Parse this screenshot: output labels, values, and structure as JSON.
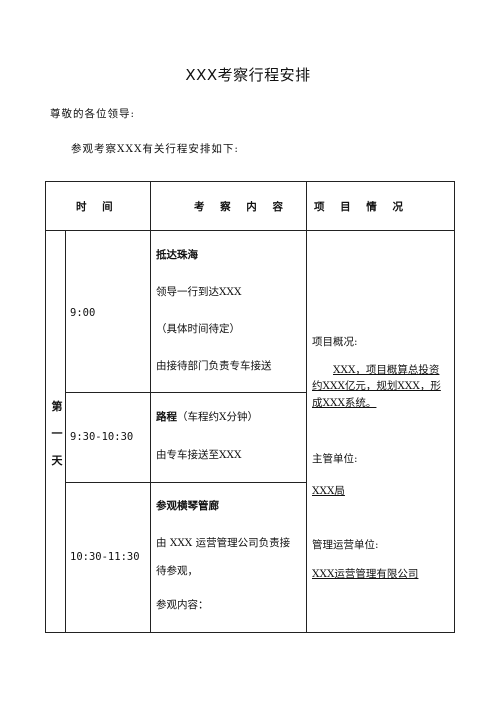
{
  "document": {
    "title": "XXX考察行程安排",
    "salutation": "尊敬的各位领导:",
    "intro": "参观考察XXX有关行程安排如下:"
  },
  "table": {
    "headers": {
      "time": "时 间",
      "content": "考 察 内 容",
      "project": "项 目 情 况"
    },
    "day_label": [
      "第",
      "一",
      "天"
    ],
    "rows": [
      {
        "time": "9:00",
        "title": "抵达珠海",
        "lines": [
          "领导一行到达XXX",
          "（具体时间待定）",
          "由接待部门负责专车接送"
        ]
      },
      {
        "time": "9:30-10:30",
        "title": "路程",
        "title_note": "（车程约X分钟）",
        "lines": [
          "由专车接送至XXX"
        ]
      },
      {
        "time": "10:30-11:30",
        "title": "参观横琴管廊",
        "lines": [
          "由 XXX 运营管理公司负责接",
          "待参观，",
          "参观内容："
        ]
      }
    ],
    "project_info": {
      "overview_label": "项目概况:",
      "overview_lines": [
        "XXX，项目概算总投资",
        "约XXX亿元，规划XXX，形",
        "成XXX系统。"
      ],
      "supervisor_label": "主管单位:",
      "supervisor_value": "XXX局",
      "operator_label": "管理运营单位:",
      "operator_value": "XXX运营管理有限公司"
    }
  }
}
